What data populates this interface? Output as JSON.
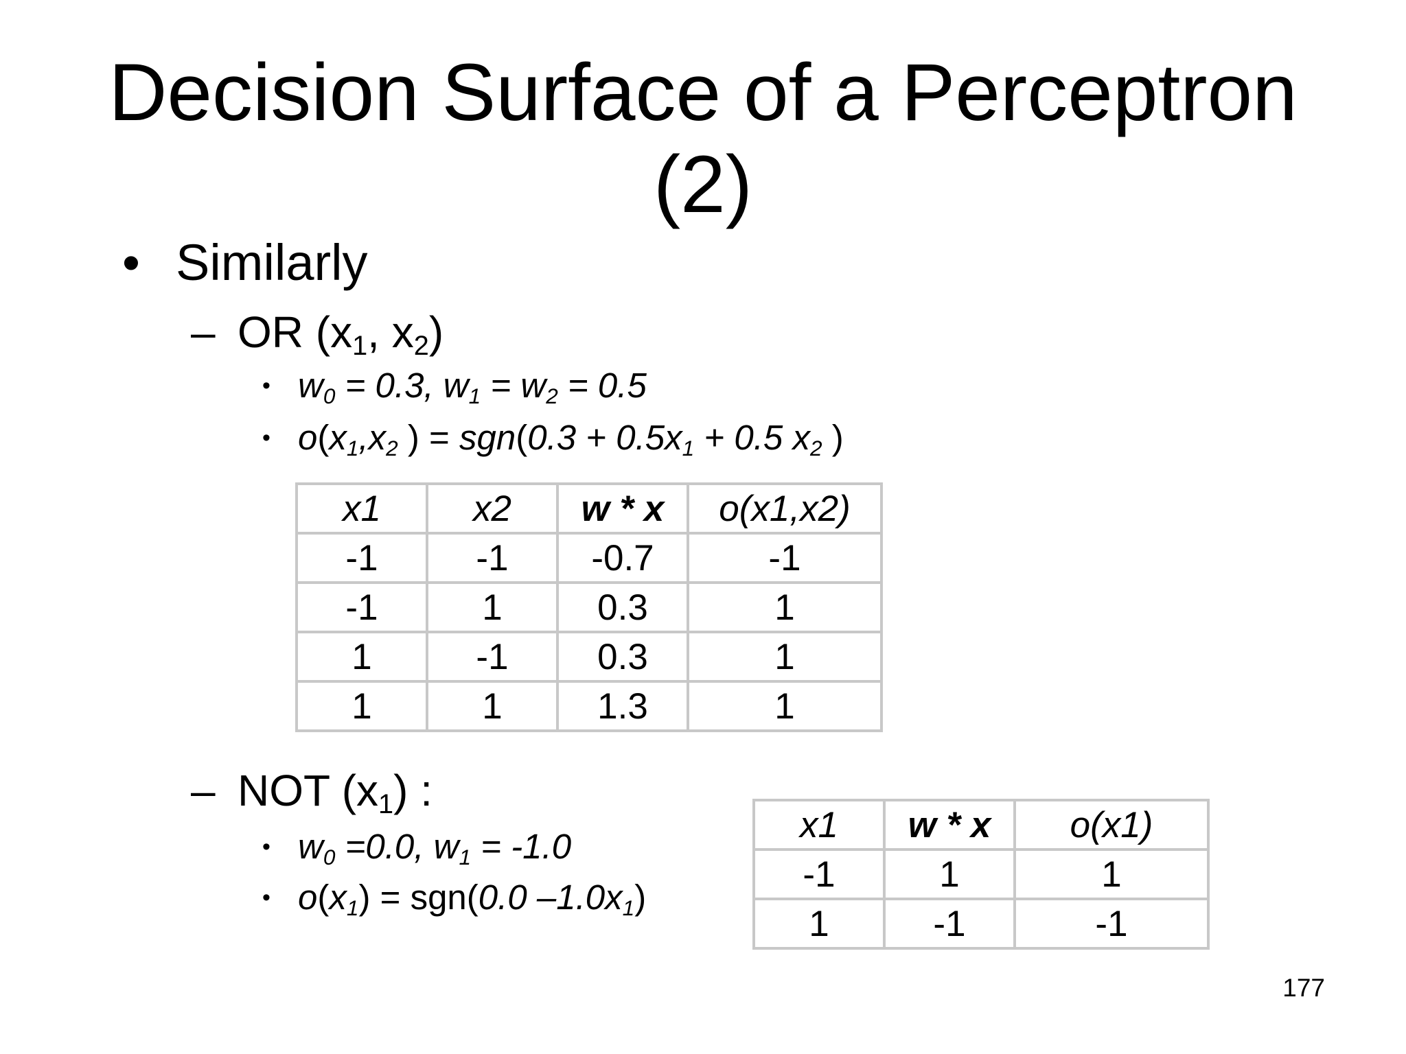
{
  "title": {
    "line1": "Decision Surface of a Perceptron",
    "line2": "(2)"
  },
  "bullet_similarly": "Similarly",
  "or_section": {
    "heading": {
      "pre": "OR (x",
      "sub1": "1",
      "mid": ", x",
      "sub2": "2",
      "post": ")"
    },
    "weights": {
      "w": "w",
      "s0": "0",
      "a": " = 0.3, ",
      "w1": "w",
      "s1": "1",
      "b": " = ",
      "w2": "w",
      "s2": "2",
      "c": " = 0.5"
    },
    "formula": {
      "o": "o",
      "p1": "(",
      "x1": "x",
      "s1": "1",
      "comma": ",",
      "x2": "x",
      "s2": "2",
      "p2": " ) = ",
      "sgn": "sgn",
      "p3": "(",
      "c1": "0.3  + 0.5",
      "x3": "x",
      "s3": "1",
      "c2": " + 0.5 ",
      "x4": "x",
      "s4": "2",
      "p4": " )"
    },
    "table": {
      "headers": [
        "x1",
        "x2",
        "w * x",
        "o(x1,x2)"
      ],
      "rows": [
        [
          "-1",
          "-1",
          "-0.7",
          "-1"
        ],
        [
          "-1",
          "1",
          "0.3",
          "1"
        ],
        [
          "1",
          "-1",
          "0.3",
          "1"
        ],
        [
          "1",
          "1",
          "1.3",
          "1"
        ]
      ]
    }
  },
  "not_section": {
    "heading": {
      "pre": "NOT (x",
      "sub1": "1",
      "post": ") :"
    },
    "weights": {
      "w": "w",
      "s0": "0",
      "a": " =0.0, ",
      "w1": "w",
      "s1": "1",
      "b": " = -1.0"
    },
    "formula": {
      "o": "o",
      "p1": "(",
      "x1": "x",
      "s1": "1",
      "p2": ") = ",
      "sgn": "sgn(",
      "c1": "0.0 –1.0",
      "x2": "x",
      "s2": "1",
      "p3": ")"
    },
    "table": {
      "headers": [
        "x1",
        "w * x",
        "o(x1)"
      ],
      "rows": [
        [
          "-1",
          "1",
          "1"
        ],
        [
          "1",
          "-1",
          "-1"
        ]
      ]
    }
  },
  "page_number": "177"
}
